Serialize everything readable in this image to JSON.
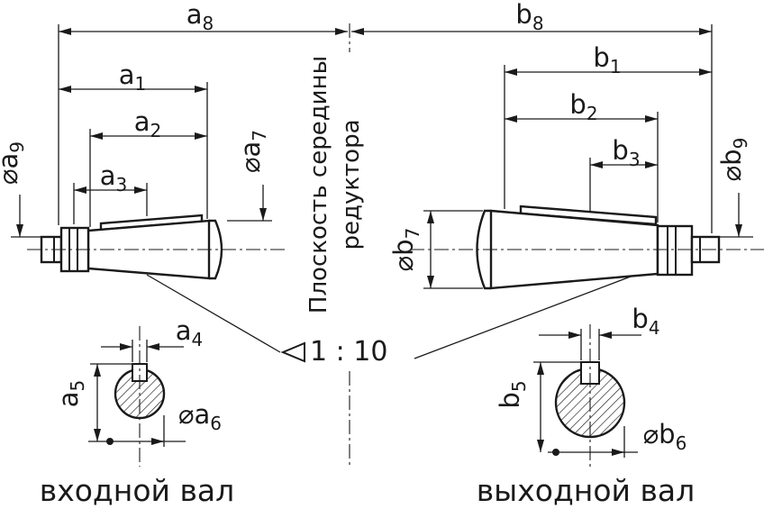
{
  "drawing": {
    "background": "#ffffff",
    "ink_color": "#1a1a1a",
    "captions": {
      "input_shaft": "входной вал",
      "output_shaft": "выходной вал"
    },
    "center_plane": {
      "line1": "Плоскость середины",
      "line2": "редуктора"
    },
    "taper": {
      "ratio": "1 : 10"
    },
    "labels": {
      "a1": {
        "letter": "a",
        "sub": "1"
      },
      "a2": {
        "letter": "a",
        "sub": "2"
      },
      "a3": {
        "letter": "a",
        "sub": "3"
      },
      "a4": {
        "letter": "a",
        "sub": "4"
      },
      "a5": {
        "letter": "a",
        "sub": "5"
      },
      "a6": {
        "prefix": "⌀",
        "letter": "a",
        "sub": "6"
      },
      "a7": {
        "prefix": "⌀",
        "letter": "a",
        "sub": "7"
      },
      "a8": {
        "letter": "a",
        "sub": "8"
      },
      "a9": {
        "prefix": "⌀",
        "letter": "a",
        "sub": "9"
      },
      "b1": {
        "letter": "b",
        "sub": "1"
      },
      "b2": {
        "letter": "b",
        "sub": "2"
      },
      "b3": {
        "letter": "b",
        "sub": "3"
      },
      "b4": {
        "letter": "b",
        "sub": "4"
      },
      "b5": {
        "letter": "b",
        "sub": "5"
      },
      "b6": {
        "prefix": "⌀",
        "letter": "b",
        "sub": "6"
      },
      "b7": {
        "prefix": "⌀",
        "letter": "b",
        "sub": "7"
      },
      "b8": {
        "letter": "b",
        "sub": "8"
      },
      "b9": {
        "prefix": "⌀",
        "letter": "b",
        "sub": "9"
      }
    }
  }
}
